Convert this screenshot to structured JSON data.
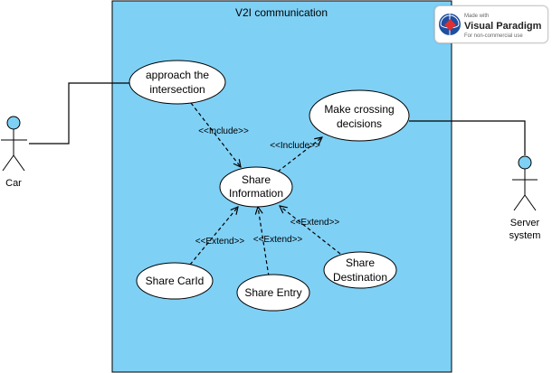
{
  "system": {
    "title": "V2I communication",
    "fill": "#7fd0f5"
  },
  "actors": {
    "car": {
      "label": "Car"
    },
    "server": {
      "label_line1": "Server",
      "label_line2": "system"
    }
  },
  "use_cases": {
    "approach": {
      "line1": "approach the",
      "line2": "intersection"
    },
    "decisions": {
      "line1": "Make crossing",
      "line2": "decisions"
    },
    "share_info": {
      "line1": "Share",
      "line2": "Information"
    },
    "share_carid": {
      "line1": "Share CarId"
    },
    "share_entry": {
      "line1": "Share Entry"
    },
    "share_destination": {
      "line1": "Share",
      "line2": "Destination"
    }
  },
  "relationships": {
    "include_1": "<<Include>>",
    "include_2": "<<Include>>",
    "extend_1": "<<Extend>>",
    "extend_2": "<<Extend>>",
    "extend_3": "<<Extend>>"
  },
  "watermark": {
    "made_with": "Made with",
    "brand": "Visual Paradigm",
    "note": "For non-commercial use",
    "icon": "visual-paradigm-logo"
  },
  "colors": {
    "actor_head": "#7fd0f5",
    "line": "#000000",
    "use_case_fill": "#ffffff"
  }
}
